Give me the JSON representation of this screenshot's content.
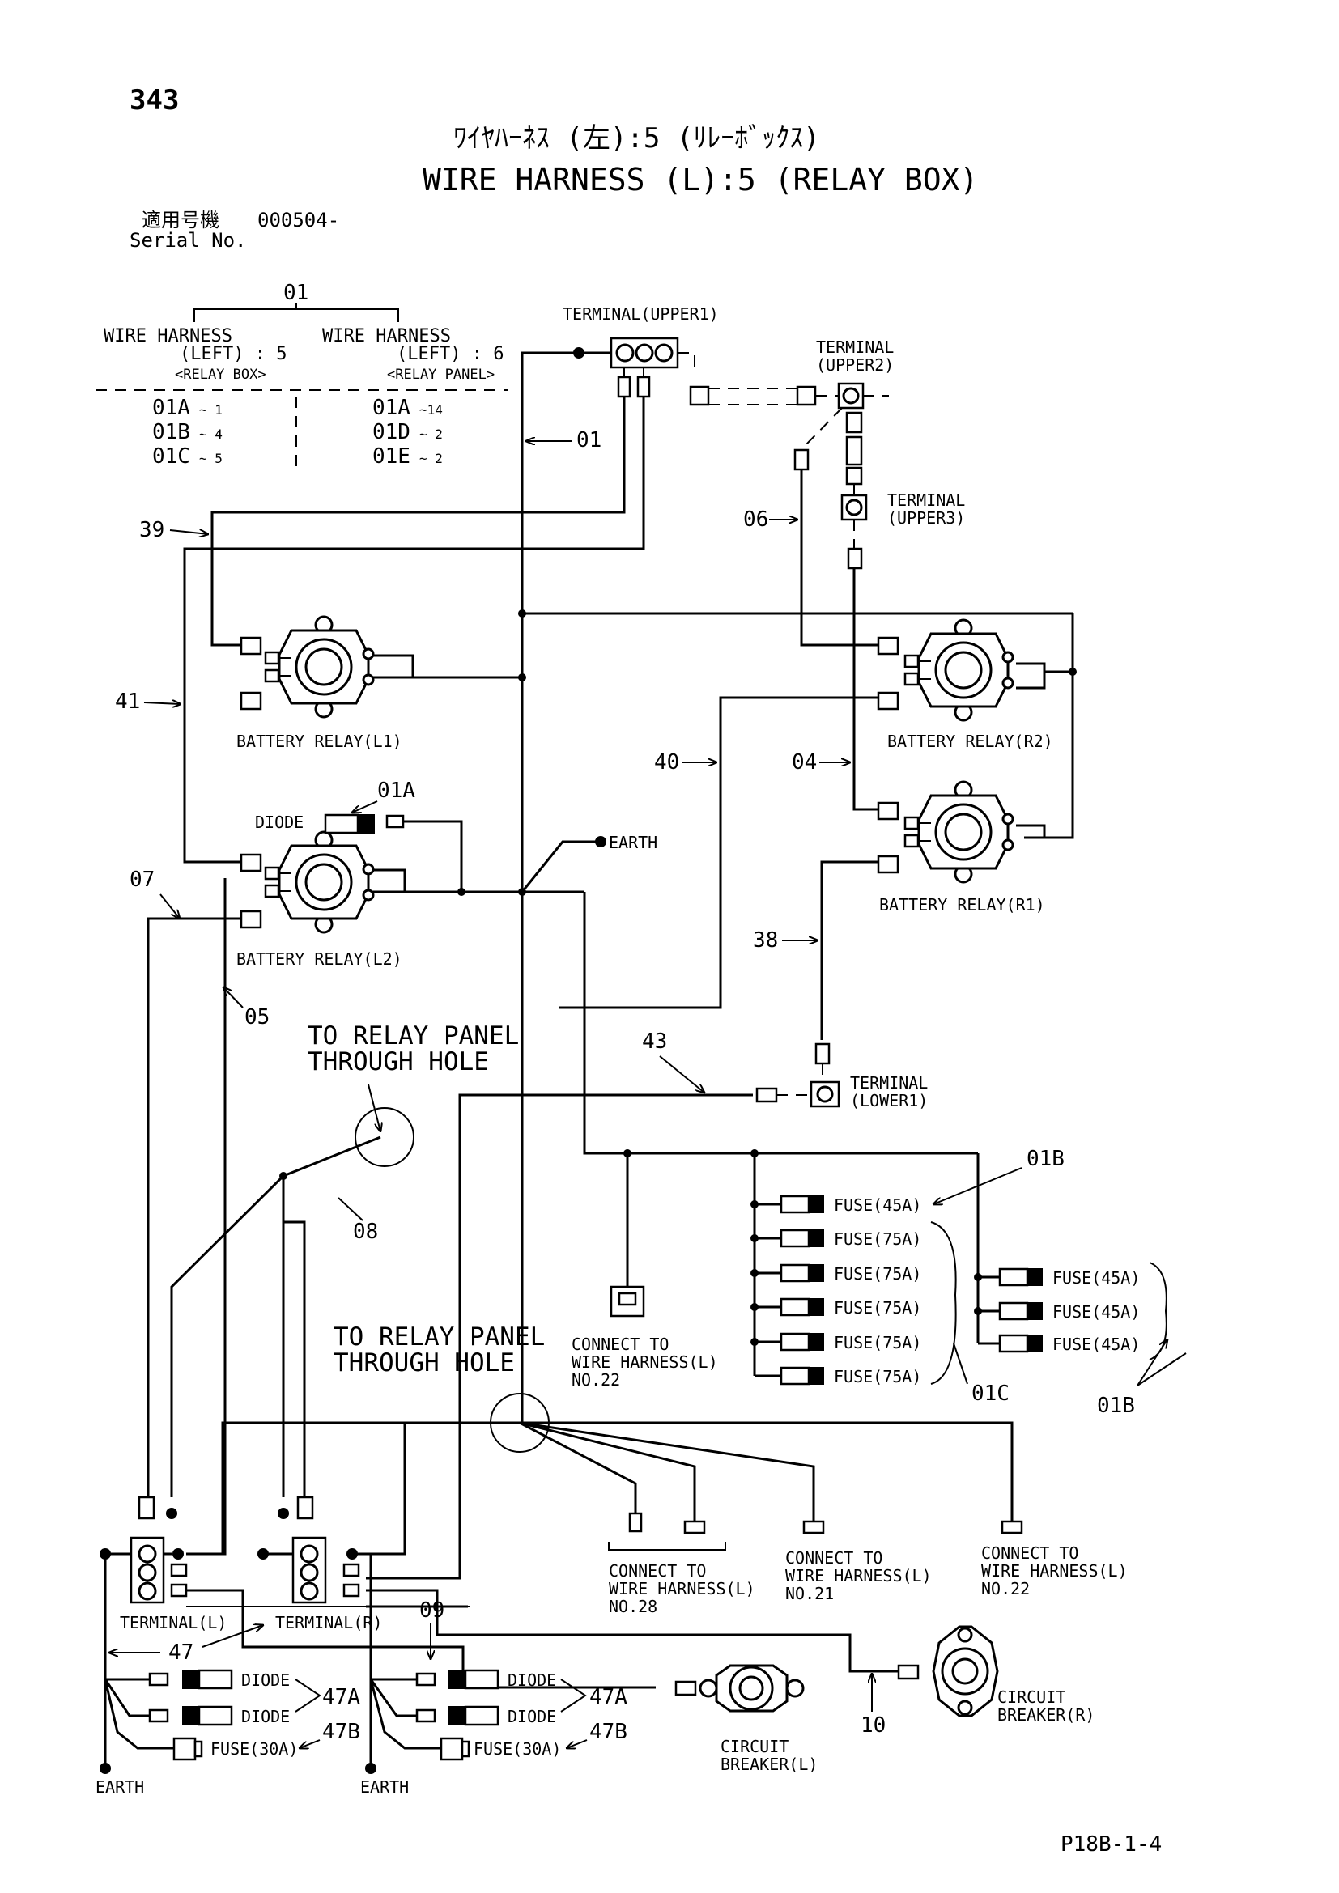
{
  "page_number": "343",
  "title_jp": "ﾜｲﾔﾊｰﾈｽ (左):5 (ﾘﾚｰﾎﾞｯｸｽ)",
  "title_en": "WIRE HARNESS (L):5 (RELAY BOX)",
  "serial": {
    "label_jp": "適用号機",
    "value": "000504-",
    "label_en": "Serial No."
  },
  "legend": {
    "group": "01",
    "left_head_1": "WIRE HARNESS",
    "left_head_2": "(LEFT) : 5",
    "left_head_3": "<RELAY BOX>",
    "right_head_1": "WIRE HARNESS",
    "right_head_2": "(LEFT) : 6",
    "right_head_3": "<RELAY PANEL>",
    "left_rows": [
      {
        "code": "01A",
        "range": "~ 1"
      },
      {
        "code": "01B",
        "range": "~ 4"
      },
      {
        "code": "01C",
        "range": "~ 5"
      }
    ],
    "right_rows": [
      {
        "code": "01A",
        "range": "~14"
      },
      {
        "code": "01D",
        "range": "~ 2"
      },
      {
        "code": "01E",
        "range": "~ 2"
      }
    ]
  },
  "components": {
    "terminal_upper1": "TERMINAL(UPPER1)",
    "terminal_upper2_1": "TERMINAL",
    "terminal_upper2_2": "(UPPER2)",
    "terminal_upper3_1": "TERMINAL",
    "terminal_upper3_2": "(UPPER3)",
    "battery_relay_l1": "BATTERY RELAY(L1)",
    "battery_relay_l2": "BATTERY RELAY(L2)",
    "battery_relay_r1": "BATTERY RELAY(R1)",
    "battery_relay_r2": "BATTERY RELAY(R2)",
    "diode": "DIODE",
    "earth": "EARTH",
    "terminal_lower1_1": "TERMINAL",
    "terminal_lower1_2": "(LOWER1)",
    "relay_panel_hole_1": "TO RELAY PANEL",
    "relay_panel_hole_2": "THROUGH HOLE",
    "fuse_45a": "FUSE(45A)",
    "fuse_75a": "FUSE(75A)",
    "fuse_30a": "FUSE(30A)",
    "connect_to": "CONNECT TO",
    "wire_harness_l": "WIRE HARNESS(L)",
    "no_22": "NO.22",
    "no_28": "NO.28",
    "no_21": "NO.21",
    "terminal_l": "TERMINAL(L)",
    "terminal_r": "TERMINAL(R)",
    "circuit": "CIRCUIT",
    "breaker_l": "BREAKER(L)",
    "breaker_r": "BREAKER(R)"
  },
  "refs": {
    "r01": "01",
    "r01a": "01A",
    "r01b": "01B",
    "r01c": "01C",
    "r04": "04",
    "r05": "05",
    "r06": "06",
    "r07": "07",
    "r08": "08",
    "r09": "09",
    "r10": "10",
    "r38": "38",
    "r39": "39",
    "r40": "40",
    "r41": "41",
    "r43": "43",
    "r47": "47",
    "r47a": "47A",
    "r47b": "47B"
  },
  "footer_code": "P18B-1-4"
}
